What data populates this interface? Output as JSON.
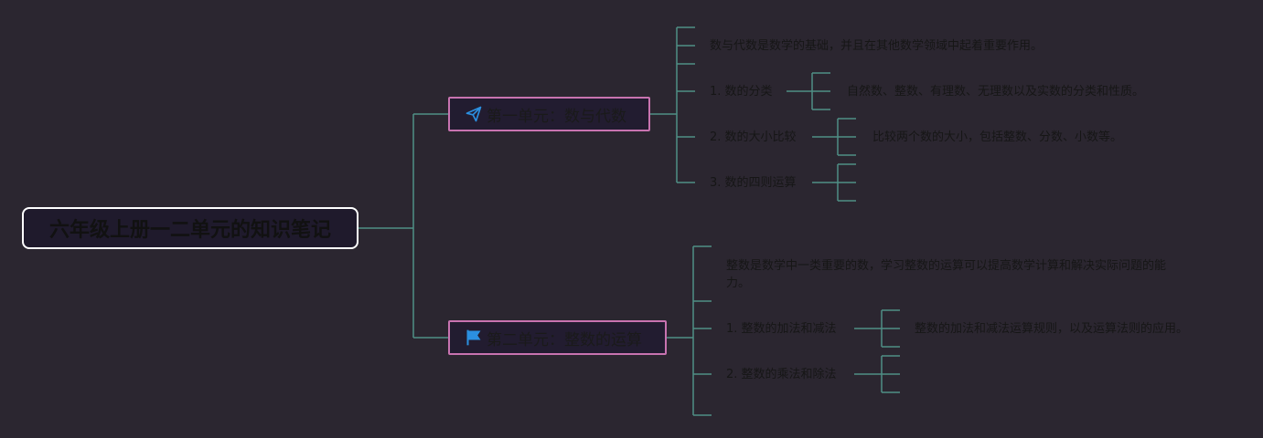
{
  "root": {
    "title": "六年级上册一二单元的知识笔记"
  },
  "branches": [
    {
      "title": "第一单元：数与代数",
      "icon": "paper-plane-icon",
      "summary": "数与代数是数学的基础，并且在其他数学领域中起着重要作用。",
      "topics": [
        {
          "label": "1. 数的分类",
          "detail": "自然数、整数、有理数、无理数以及实数的分类和性质。"
        },
        {
          "label": "2. 数的大小比较",
          "detail": "比较两个数的大小，包括整数、分数、小数等。"
        },
        {
          "label": "3. 数的四则运算",
          "detail": ""
        }
      ]
    },
    {
      "title": "第二单元：整数的运算",
      "icon": "flag-icon",
      "summary": "整数是数学中一类重要的数，学习整数的运算可以提高数学计算和解决实际问题的能力。",
      "topics": [
        {
          "label": "1. 整数的加法和减法",
          "detail": "整数的加法和减法运算规则，以及运算法则的应用。"
        },
        {
          "label": "2. 整数的乘法和除法",
          "detail": ""
        }
      ]
    }
  ],
  "colors": {
    "background": "#2b2630",
    "connector": "#4f8f86",
    "branch_border": "#c873b0",
    "root_border": "#ffffff",
    "icon_blue": "#2b8fe0"
  }
}
